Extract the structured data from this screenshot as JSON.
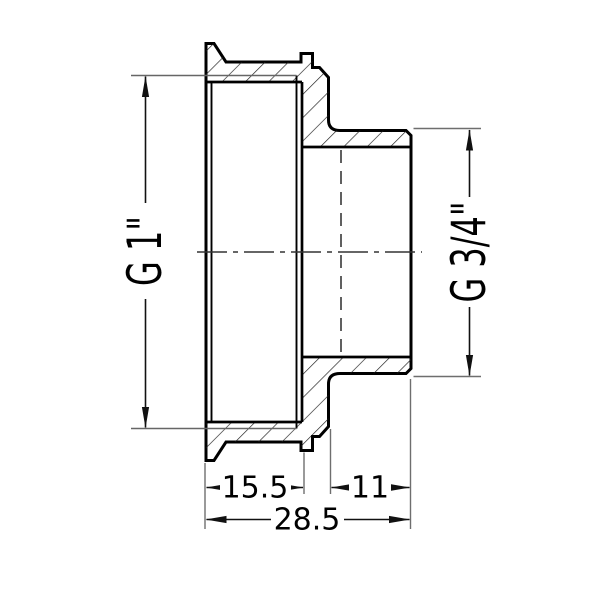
{
  "drawing": {
    "type": "sectional technical drawing of a threaded reducing fitting",
    "dimensions": {
      "left_thread": "G 1\"",
      "right_thread": "G 3/4\"",
      "left_length": "15.5",
      "right_length": "11",
      "overall_length": "28.5"
    },
    "colors": {
      "background": "#ffffff",
      "outline": "#000000",
      "dimension_line": "#111111",
      "extension_line": "#6e6e6e",
      "hatch": "#1a1a1a"
    }
  }
}
